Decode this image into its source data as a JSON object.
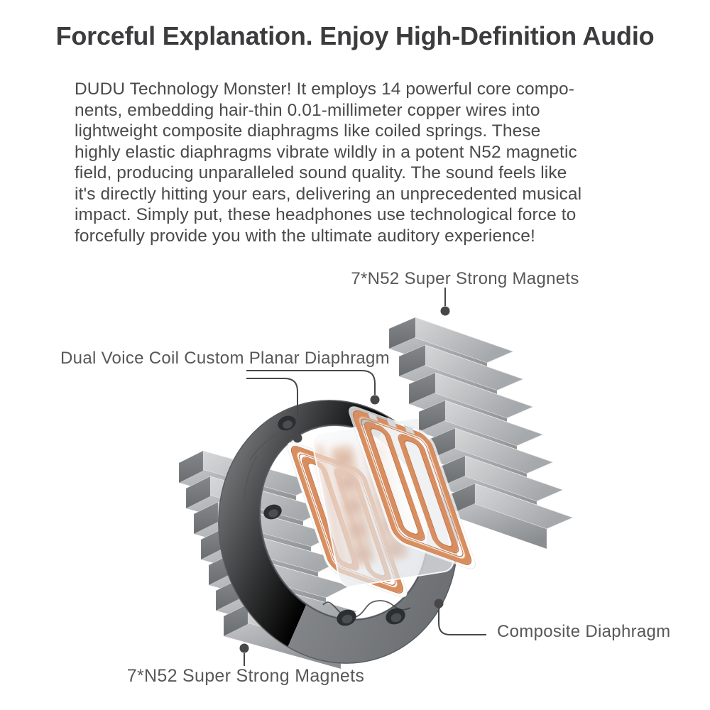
{
  "title": "Forceful Explanation. Enjoy High-Definition Audio",
  "description": {
    "lines": [
      "DUDU Technology Monster! It employs 14 powerful core compo-",
      "nents, embedding hair-thin 0.01-millimeter copper wires into",
      "lightweight composite diaphragms like coiled springs. These",
      "highly elastic diaphragms vibrate wildly in a potent N52 magnetic",
      "field, producing unparalleled sound quality. The sound feels like",
      "it's directly hitting your ears, delivering an unprecedented musical",
      "impact. Simply put, these headphones use technological force to",
      "forcefully provide you with the ultimate auditory experience!"
    ]
  },
  "diagram": {
    "callouts": {
      "magnets_top": "7*N52 Super Strong Magnets",
      "planar_diaphragm": "Dual Voice Coil Custom Planar Diaphragm",
      "composite_diaphragm": "Composite Diaphragm",
      "magnets_bottom": "7*N52 Super Strong Magnets"
    },
    "magnet_count_per_stack": 7,
    "colors": {
      "copper": "#d98e5f",
      "copper_dark": "#c4734a",
      "magnet_gray": "#b3b6b9",
      "frame_gray": "#7a7d80",
      "title_text": "#3c3c3e",
      "body_text": "#4a4a4c",
      "label_text": "#58585b",
      "connector": "#474749"
    }
  }
}
